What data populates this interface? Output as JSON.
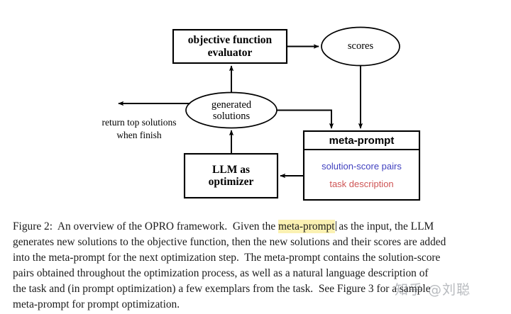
{
  "figure": {
    "nodes": {
      "objective_evaluator": {
        "line1": "objective function",
        "line2": "evaluator",
        "shape": "rectangle"
      },
      "scores": {
        "label": "scores",
        "shape": "ellipse"
      },
      "generated_solutions": {
        "line1": "generated",
        "line2": "solutions",
        "shape": "ellipse"
      },
      "llm_optimizer": {
        "line1": "LLM as",
        "line2": "optimizer",
        "shape": "rectangle"
      },
      "meta_prompt": {
        "title": "meta-prompt",
        "item_pairs": "solution-score pairs",
        "item_task": "task description",
        "shape": "rectangle"
      }
    },
    "annotations": {
      "return_line1": "return top solutions",
      "return_line2": "when finish"
    },
    "colors": {
      "stroke": "#000000",
      "solution_score_pairs": "#4040bf",
      "task_description": "#cf5555",
      "background": "#ffffff"
    }
  },
  "caption": {
    "lines": [
      "Figure 2:  An overview of the OPRO framework.  Given the ",
      "generates new solutions to the objective function, then the new solutions and their scores are added",
      "into the meta-prompt for the next optimization step.  The meta-prompt contains the solution-score",
      "pairs obtained throughout the optimization process, as well as a natural language description of",
      "the task and (in prompt optimization) a few exemplars from the task.  See Figure 3 for a sample",
      "meta-prompt for prompt optimization."
    ],
    "highlighted_term": "meta-prompt",
    "line1_tail": " as the input, the LLM",
    "highlight_color": "#fbf1b2"
  },
  "watermark": {
    "text": "知乎 @刘聪"
  }
}
